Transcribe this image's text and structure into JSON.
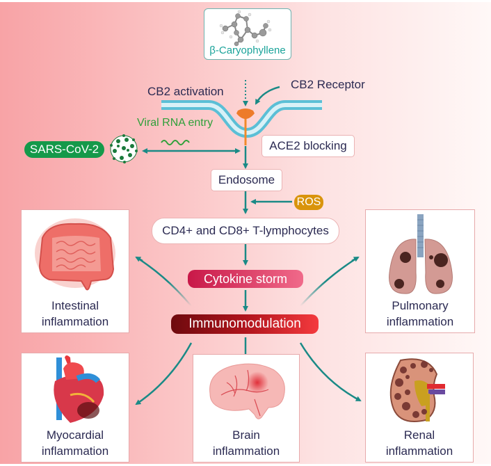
{
  "diagram": {
    "compound": {
      "label": "β-Caryophyllene",
      "icon": "molecule-3d-icon"
    },
    "receptor": {
      "activation_label": "CB2 activation",
      "receptor_label": "CB2 Receptor"
    },
    "virus": {
      "badge": "SARS-CoV-2",
      "entry_label": "Viral RNA entry"
    },
    "ace2_label": "ACE2 blocking",
    "endosome_label": "Endosome",
    "ros_label": "ROS",
    "lymphocytes_label": "CD4+ and CD8+ T-lymphocytes",
    "cytokine_label": "Cytokine storm",
    "immuno_label": "Immunomodulation",
    "outcomes": [
      {
        "line1": "Intestinal",
        "line2": "inflammation",
        "organ": "intestine-icon"
      },
      {
        "line1": "Pulmonary",
        "line2": "inflammation",
        "organ": "lungs-icon"
      },
      {
        "line1": "Myocardial",
        "line2": "inflammation",
        "organ": "heart-icon"
      },
      {
        "line1": "Brain",
        "line2": "inflammation",
        "organ": "brain-icon"
      },
      {
        "line1": "Renal",
        "line2": "inflammation",
        "organ": "kidney-icon"
      }
    ],
    "colors": {
      "arrow": "#1a8a86",
      "sars_badge": "#15994a",
      "ros_badge": "#d9940c",
      "cytokine": "#d1214f",
      "immuno_dark": "#7a0a10",
      "immuno_light": "#ef2f35",
      "membrane": "#5bbfd6",
      "compound_text": "#1aa39a",
      "viral_text": "#2fa03a"
    }
  }
}
